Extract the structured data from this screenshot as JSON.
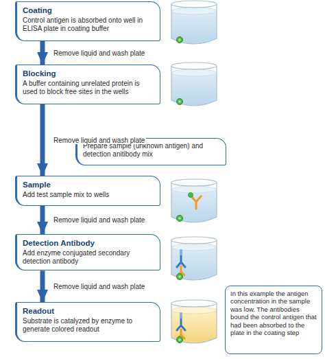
{
  "diagram": {
    "nodes": [
      {
        "text": [
          "Coating",
          "Control antigen is absorbed onto well in ELISA plate in coating buffer"
        ]
      },
      {
        "text": [
          "Blocking",
          "A buffer containing unrelated protein is used to block free sites in the wells"
        ]
      },
      {
        "text": [
          "Prepare sample (unknown antigen) and detection anitibody mix"
        ]
      },
      {
        "text": [
          "Sample",
          "Add test sample mix to wells"
        ]
      },
      {
        "text": [
          "Detection Antibody",
          "Add enzyme conjugated secondary detection antibody"
        ]
      },
      {
        "text": [
          "Readout",
          "Substrate is catalyzed by enzyme to generate colored readout"
        ]
      },
      {
        "text": [
          "In this example the antigen concentration in the sample was low. The antibodies bound the control antigen that had been absorbed to the plate in the coating step"
        ]
      }
    ],
    "edges": [
      {
        "from": 0,
        "to": 1,
        "arrow": "to",
        "label": "Remove liquid and wash plate"
      },
      {
        "from": 1,
        "to": 3,
        "arrow": "to",
        "label": "Remove liquid and wash plate"
      },
      {
        "from": 3,
        "to": 4,
        "arrow": "to",
        "label": "Remove liquid and wash plate"
      },
      {
        "from": 4,
        "to": 5,
        "arrow": "to",
        "label": "Remove liquid and wash plate"
      }
    ]
  }
}
